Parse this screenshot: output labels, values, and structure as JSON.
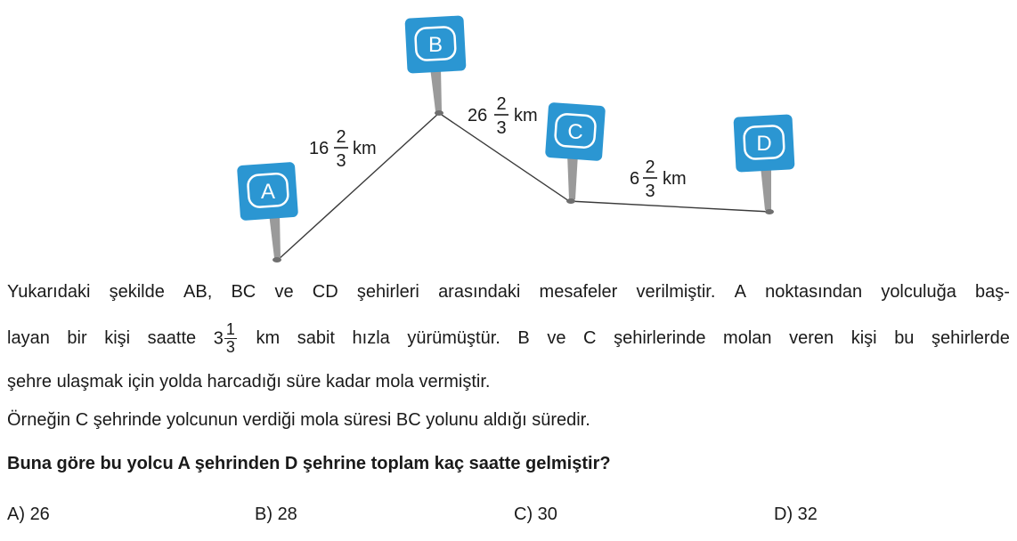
{
  "diagram": {
    "signs": [
      {
        "letter": "A"
      },
      {
        "letter": "B"
      },
      {
        "letter": "C"
      },
      {
        "letter": "D"
      }
    ],
    "distances": [
      {
        "whole": "16",
        "num": "2",
        "den": "3",
        "unit": "km"
      },
      {
        "whole": "26",
        "num": "2",
        "den": "3",
        "unit": "km"
      },
      {
        "whole": "6",
        "num": "2",
        "den": "3",
        "unit": "km"
      }
    ],
    "colors": {
      "sign_blue": "#2b96d2",
      "sign_border": "#ffffff",
      "pole": "#9a9a9a",
      "line": "#3a3a3a"
    }
  },
  "text": {
    "line1_words": [
      "Yukarıdaki",
      "şekilde",
      "AB,",
      "BC",
      "ve",
      "CD",
      "şehirleri",
      "arasındaki",
      "mesafeler",
      "verilmiştir.",
      "A",
      "noktasından",
      "yolculuğa",
      "baş-"
    ],
    "line2_before": [
      "layan",
      "bir",
      "kişi",
      "saatte"
    ],
    "line2_speed": {
      "whole": "3",
      "num": "1",
      "den": "3"
    },
    "line2_after": [
      "km",
      "sabit",
      "hızla",
      "yürümüştür.",
      "B",
      "ve",
      "C",
      "şehirlerinde",
      "molan",
      "veren",
      "kişi",
      "bu",
      "şehirlerde"
    ],
    "line3": "şehre ulaşmak için yolda harcadığı süre kadar mola vermiştir.",
    "line4": "Örneğin C şehrinde yolcunun verdiği mola süresi BC yolunu aldığı süredir.",
    "question": "Buna göre bu yolcu A şehrinden D şehrine toplam kaç saatte gelmiştir?"
  },
  "options": [
    {
      "label": "A)",
      "value": "26"
    },
    {
      "label": "B)",
      "value": "28"
    },
    {
      "label": "C)",
      "value": "30"
    },
    {
      "label": "D)",
      "value": "32"
    }
  ]
}
